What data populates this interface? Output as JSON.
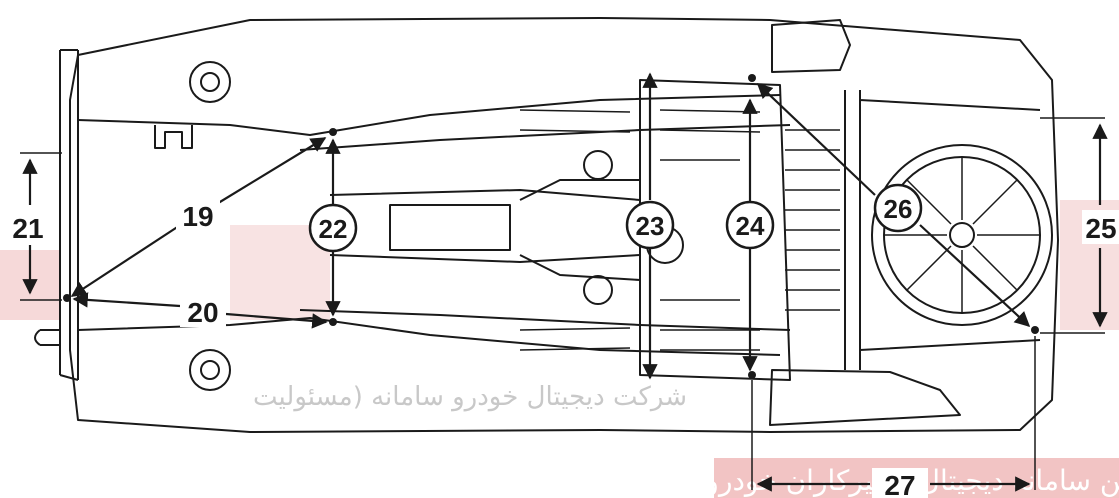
{
  "diagram": {
    "labels": {
      "l19": "19",
      "l20": "20",
      "l21": "21",
      "l22": "22",
      "l23": "23",
      "l24": "24",
      "l25": "25",
      "l26": "26",
      "l27": "27"
    },
    "watermark": {
      "line1": "شرکت دیجیتال خودرو سامانه (مسئولیت",
      "line2": "اولین سامانه دیجیتال تعمیرکاران خودرو در"
    },
    "colors": {
      "ink": "#1a1a1a",
      "watermark_red": "#e8b4b4",
      "watermark_gray": "#c8c8c8"
    }
  }
}
